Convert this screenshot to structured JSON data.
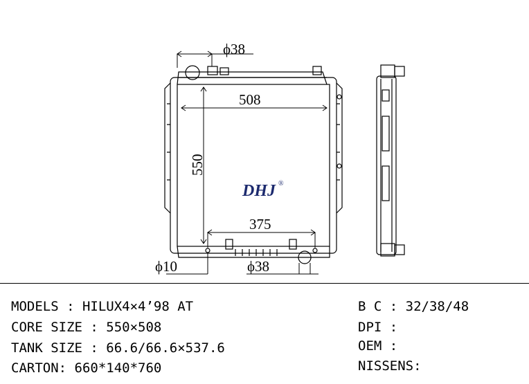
{
  "drawing": {
    "dimensions": {
      "inlet_diameter": "ϕ38",
      "core_width": "508",
      "core_height": "550",
      "lower_span": "375",
      "drain_diameter": "ϕ10",
      "outlet_diameter": "ϕ38"
    },
    "logo": {
      "text": "DHJ",
      "mark": "®"
    }
  },
  "specs": {
    "models": "MODELS : HILUX4×4’98 AT",
    "core_size": "CORE SIZE : 550×508",
    "tank_size": "TANK SIZE : 66.6/66.6×537.6",
    "carton": "CARTON: 660*140*760",
    "bc": "B C : 32/38/48",
    "dpi": "DPI :",
    "oem": "OEM :",
    "nissens": "NISSENS:"
  }
}
